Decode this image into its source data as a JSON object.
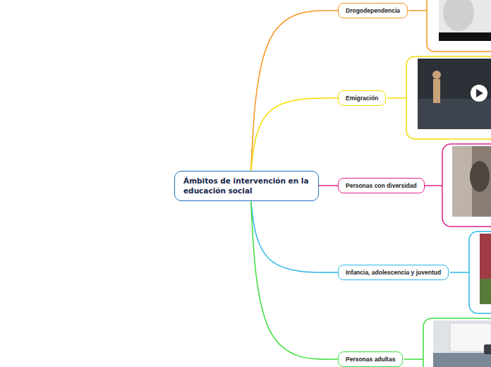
{
  "diagram": {
    "nodes": [
      {
        "text": [
          "Ámbitos de intervención en la educación social"
        ]
      },
      {
        "text": [
          "Drogodependencia"
        ]
      },
      {
        "text": [
          "Emigración"
        ]
      },
      {
        "text": [
          "Personas con diversidad"
        ]
      },
      {
        "text": [
          "Infancia, adolescencia y juventud"
        ]
      },
      {
        "text": [
          "Personas adultas"
        ]
      }
    ],
    "edges": [
      {
        "from": 0,
        "to": 1,
        "arrow": "none"
      },
      {
        "from": 0,
        "to": 2,
        "arrow": "none"
      },
      {
        "from": 0,
        "to": 3,
        "arrow": "none"
      },
      {
        "from": 0,
        "to": 4,
        "arrow": "none"
      },
      {
        "from": 0,
        "to": 5,
        "arrow": "none"
      }
    ]
  }
}
